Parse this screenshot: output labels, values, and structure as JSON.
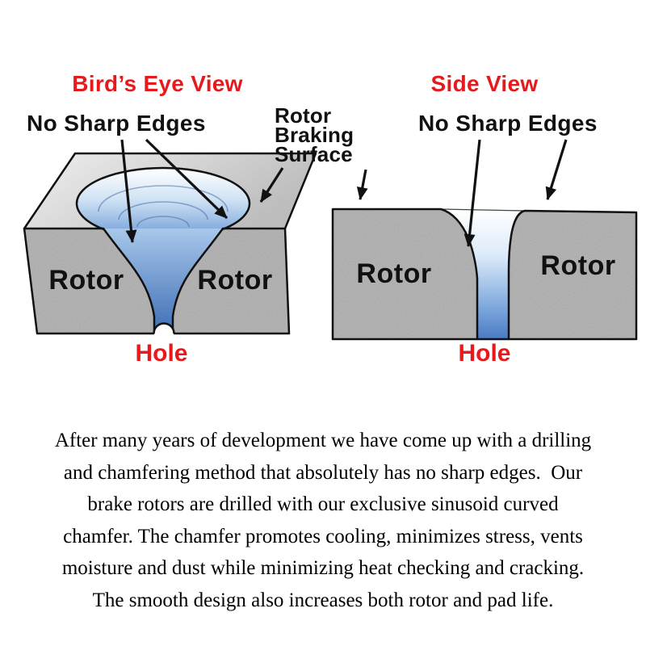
{
  "colors": {
    "heading_red": "#e6191c",
    "ink": "#111111",
    "rotor_gray": "#bcbcbc",
    "surface_gray": "#d6d6d6",
    "chamfer_blue": "#4a7ac4"
  },
  "birdseye": {
    "title": "Bird’s Eye View",
    "no_sharp_edges": "No Sharp Edges",
    "rotor_left": "Rotor",
    "rotor_right": "Rotor",
    "hole": "Hole"
  },
  "braking_surface_label": {
    "lines": [
      "Rotor",
      "Braking",
      "Surface"
    ]
  },
  "sideview": {
    "title": "Side View",
    "no_sharp_edges": "No Sharp Edges",
    "rotor_left": "Rotor",
    "rotor_right": "Rotor",
    "hole": "Hole"
  },
  "body_text": {
    "lines": [
      "After many years of development we have come up with a drilling",
      "and chamfering method that absolutely has no sharp edges.  Our",
      "brake rotors are drilled with our exclusive sinusoid curved",
      "chamfer. The chamfer promotes cooling, minimizes stress, vents",
      "moisture and dust while minimizing heat checking and cracking.",
      "The smooth design also increases both rotor and pad life."
    ]
  }
}
